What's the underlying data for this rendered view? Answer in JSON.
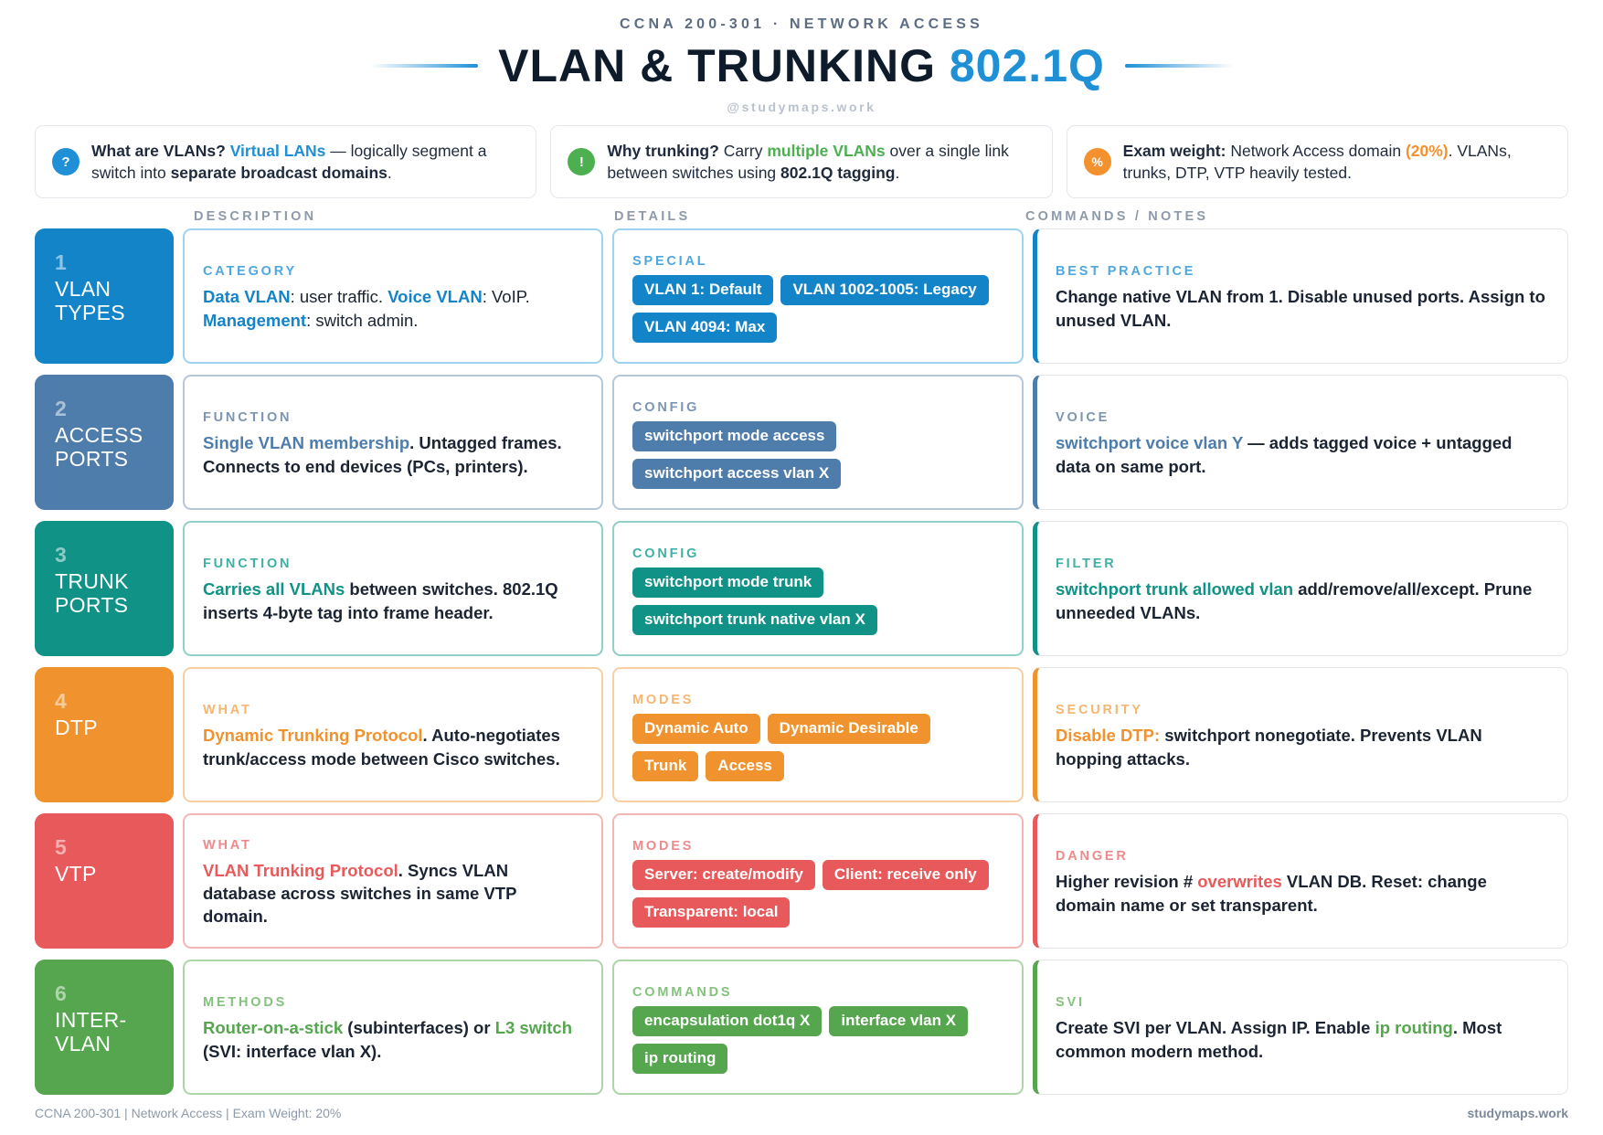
{
  "header": {
    "kicker": "CCNA 200-301 · NETWORK ACCESS",
    "title_main": "VLAN & TRUNKING ",
    "title_accent": "802.1Q",
    "handle": "@studymaps.work"
  },
  "callouts": [
    {
      "icon": "question-mark-icon",
      "icon_glyph": "?",
      "badge_color": "#1f8fd6",
      "segments": [
        {
          "text": "What are VLANs? ",
          "style": "bold"
        },
        {
          "text": "Virtual LANs",
          "style": "blue"
        },
        {
          "text": " — logically segment a switch into ",
          "style": "plain"
        },
        {
          "text": "separate broadcast domains",
          "style": "bold"
        },
        {
          "text": ".",
          "style": "plain"
        }
      ]
    },
    {
      "icon": "exclamation-mark-icon",
      "icon_glyph": "!",
      "badge_color": "#4caf50",
      "segments": [
        {
          "text": "Why trunking? ",
          "style": "bold"
        },
        {
          "text": "Carry ",
          "style": "plain"
        },
        {
          "text": "multiple VLANs",
          "style": "green"
        },
        {
          "text": " over a single link between switches using ",
          "style": "plain"
        },
        {
          "text": "802.1Q tagging",
          "style": "bold"
        },
        {
          "text": ".",
          "style": "plain"
        }
      ]
    },
    {
      "icon": "percent-icon",
      "icon_glyph": "%",
      "badge_color": "#f2912e",
      "segments": [
        {
          "text": "Exam weight: ",
          "style": "bold"
        },
        {
          "text": "Network Access domain ",
          "style": "plain"
        },
        {
          "text": "(20%)",
          "style": "orange"
        },
        {
          "text": ". VLANs, trunks, DTP, VTP heavily tested.",
          "style": "plain"
        }
      ]
    }
  ],
  "column_headers": {
    "description": "DESCRIPTION",
    "details": "DETAILS",
    "commands": "COMMANDS / NOTES"
  },
  "rows": [
    {
      "num": "1",
      "name": "VLAN\nTYPES",
      "color": "#1484c8",
      "tint": "#9ed3ef",
      "label_color": "#4ea8dd",
      "desc": {
        "label": "CATEGORY",
        "segments": [
          {
            "text": "Data VLAN",
            "style": "accent"
          },
          {
            "text": ": user traffic. ",
            "style": "plain"
          },
          {
            "text": "Voice VLAN",
            "style": "accent"
          },
          {
            "text": ": VoIP. ",
            "style": "plain"
          },
          {
            "text": "Management",
            "style": "accent"
          },
          {
            "text": ": switch admin.",
            "style": "plain"
          }
        ]
      },
      "det": {
        "label": "SPECIAL",
        "chips": [
          "VLAN 1: Default",
          "VLAN 1002-1005: Legacy",
          "VLAN 4094: Max"
        ]
      },
      "cmd": {
        "label": "BEST PRACTICE",
        "segments": [
          {
            "text": "Change native VLAN from 1. Disable unused ports. Assign to unused VLAN.",
            "style": "bold"
          }
        ]
      }
    },
    {
      "num": "2",
      "name": "ACCESS\nPORTS",
      "color": "#4e7cab",
      "tint": "#b6c7da",
      "label_color": "#7b95b3",
      "desc": {
        "label": "FUNCTION",
        "segments": [
          {
            "text": "Single VLAN membership",
            "style": "accent"
          },
          {
            "text": ". Untagged frames. Connects to end devices (PCs, printers).",
            "style": "bold"
          }
        ]
      },
      "det": {
        "label": "CONFIG",
        "chips": [
          "switchport mode access",
          "switchport access vlan X"
        ]
      },
      "cmd": {
        "label": "VOICE",
        "segments": [
          {
            "text": "switchport voice vlan Y",
            "style": "accent"
          },
          {
            "text": " — adds tagged voice + untagged data on same port.",
            "style": "bold"
          }
        ]
      }
    },
    {
      "num": "3",
      "name": "TRUNK\nPORTS",
      "color": "#109287",
      "tint": "#8fd0c9",
      "label_color": "#3fb0a5",
      "desc": {
        "label": "FUNCTION",
        "segments": [
          {
            "text": "Carries all VLANs",
            "style": "accent"
          },
          {
            "text": " between switches. 802.1Q inserts 4-byte tag into frame header.",
            "style": "bold"
          }
        ]
      },
      "det": {
        "label": "CONFIG",
        "chips": [
          "switchport mode trunk",
          "switchport trunk native vlan X"
        ]
      },
      "cmd": {
        "label": "FILTER",
        "segments": [
          {
            "text": "switchport trunk allowed vlan",
            "style": "accent"
          },
          {
            "text": " add/remove/all/except. Prune unneeded VLANs.",
            "style": "bold"
          }
        ]
      }
    },
    {
      "num": "4",
      "name": "DTP",
      "color": "#f0922d",
      "tint": "#f8cfa1",
      "label_color": "#f5b671",
      "desc": {
        "label": "WHAT",
        "segments": [
          {
            "text": "Dynamic Trunking Protocol",
            "style": "accent"
          },
          {
            "text": ". Auto-negotiates trunk/access mode between Cisco switches.",
            "style": "bold"
          }
        ]
      },
      "det": {
        "label": "MODES",
        "chips": [
          "Dynamic Auto",
          "Dynamic Desirable",
          "Trunk",
          "Access"
        ]
      },
      "cmd": {
        "label": "SECURITY",
        "segments": [
          {
            "text": "Disable DTP:",
            "style": "accent"
          },
          {
            "text": " switchport nonegotiate. Prevents VLAN hopping attacks.",
            "style": "bold"
          }
        ]
      }
    },
    {
      "num": "5",
      "name": "VTP",
      "color": "#e8595b",
      "tint": "#f4b5b6",
      "label_color": "#ef8a8c",
      "desc": {
        "label": "WHAT",
        "segments": [
          {
            "text": "VLAN Trunking Protocol",
            "style": "accent"
          },
          {
            "text": ". Syncs VLAN database across switches in same VTP domain.",
            "style": "bold"
          }
        ]
      },
      "det": {
        "label": "MODES",
        "chips": [
          "Server: create/modify",
          "Client: receive only",
          "Transparent: local"
        ]
      },
      "cmd": {
        "label": "DANGER",
        "segments": [
          {
            "text": "Higher revision # ",
            "style": "bold"
          },
          {
            "text": "overwrites",
            "style": "accent"
          },
          {
            "text": " VLAN DB. Reset: change domain name or set transparent.",
            "style": "bold"
          }
        ]
      }
    },
    {
      "num": "6",
      "name": "INTER-\nVLAN",
      "color": "#55a64e",
      "tint": "#aed5a9",
      "label_color": "#84c27e",
      "desc": {
        "label": "METHODS",
        "segments": [
          {
            "text": "Router-on-a-stick",
            "style": "accent"
          },
          {
            "text": " (subinterfaces) or ",
            "style": "bold"
          },
          {
            "text": "L3 switch",
            "style": "accent"
          },
          {
            "text": " (SVI: interface vlan X).",
            "style": "bold"
          }
        ]
      },
      "det": {
        "label": "COMMANDS",
        "chips": [
          "encapsulation dot1q X",
          "interface vlan X",
          "ip routing"
        ]
      },
      "cmd": {
        "label": "SVI",
        "segments": [
          {
            "text": "Create SVI per VLAN. Assign IP. Enable ",
            "style": "bold"
          },
          {
            "text": "ip routing",
            "style": "accent"
          },
          {
            "text": ". Most common modern method.",
            "style": "bold"
          }
        ]
      }
    }
  ],
  "footer": {
    "left": "CCNA 200-301 | Network Access | Exam Weight: 20%",
    "right": "studymaps.work"
  }
}
